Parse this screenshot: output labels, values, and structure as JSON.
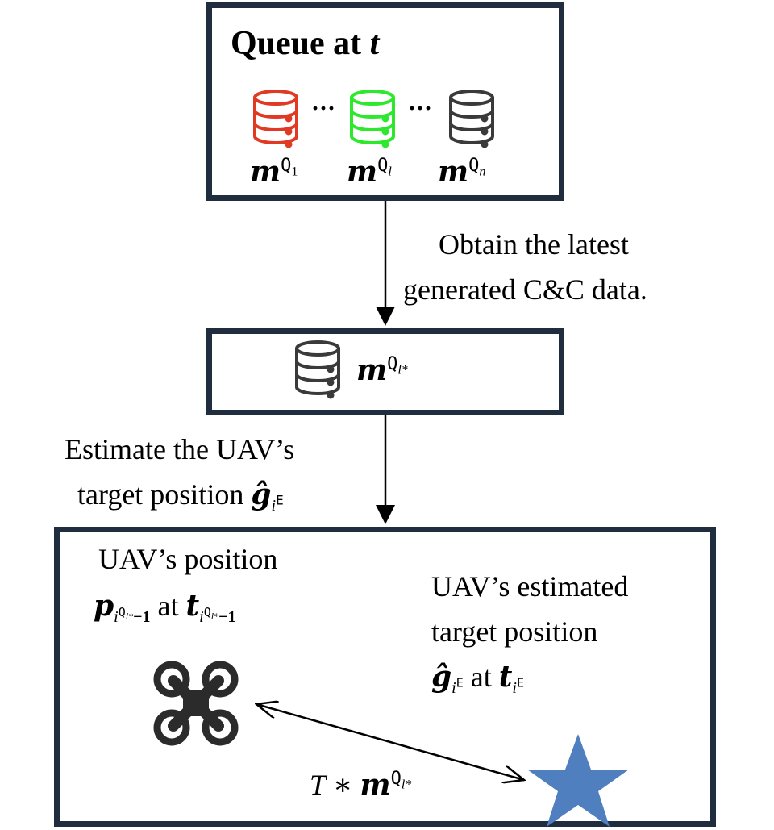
{
  "top_box": {
    "title_prefix": "Queue at ",
    "title_var": "t",
    "ellipsis_1": "···",
    "ellipsis_2": "···",
    "databases": [
      {
        "icon": "database-icon",
        "color": "#e03a24",
        "label_base": "m",
        "label_sup": "Q",
        "label_sub": "1"
      },
      {
        "icon": "database-icon",
        "color": "#2ee82e",
        "label_base": "m",
        "label_sup": "Q",
        "label_sub": "l"
      },
      {
        "icon": "database-icon",
        "color": "#3a3a3a",
        "label_base": "m",
        "label_sup": "Q",
        "label_sub": "n"
      }
    ]
  },
  "arrow1_label": {
    "line1": "Obtain the latest",
    "line2": "generated C&C data."
  },
  "mid_box": {
    "icon": "database-icon",
    "color": "#3a3a3a",
    "label_base": "m",
    "label_sup": "Q",
    "label_sub": "l*"
  },
  "arrow2_label": {
    "line1": "Estimate the UAV’s",
    "line2_text": "target position ",
    "var_base": "ĝ",
    "var_sub": "i",
    "var_sup": "E"
  },
  "bottom_box": {
    "left_line1": "UAV’s position",
    "left_p": "p",
    "left_p_sub": "i",
    "left_p_subsup": "Q",
    "left_p_subsub": "l*",
    "left_p_tail": "−1",
    "left_at": " at ",
    "left_t": "t",
    "right_line1": "UAV’s estimated",
    "right_line2": "target position",
    "right_g": "ĝ",
    "right_g_sub": "i",
    "right_g_sup": "E",
    "right_at": " at ",
    "right_t": "t",
    "arrow_label_T": "T",
    "arrow_label_op": " ∗ ",
    "arrow_label_m": "m",
    "arrow_label_sup": "Q",
    "arrow_label_sub": "l*",
    "drone_icon": "drone-icon",
    "star_color": "#4f7fbf",
    "drone_color": "#2b2b2b"
  }
}
